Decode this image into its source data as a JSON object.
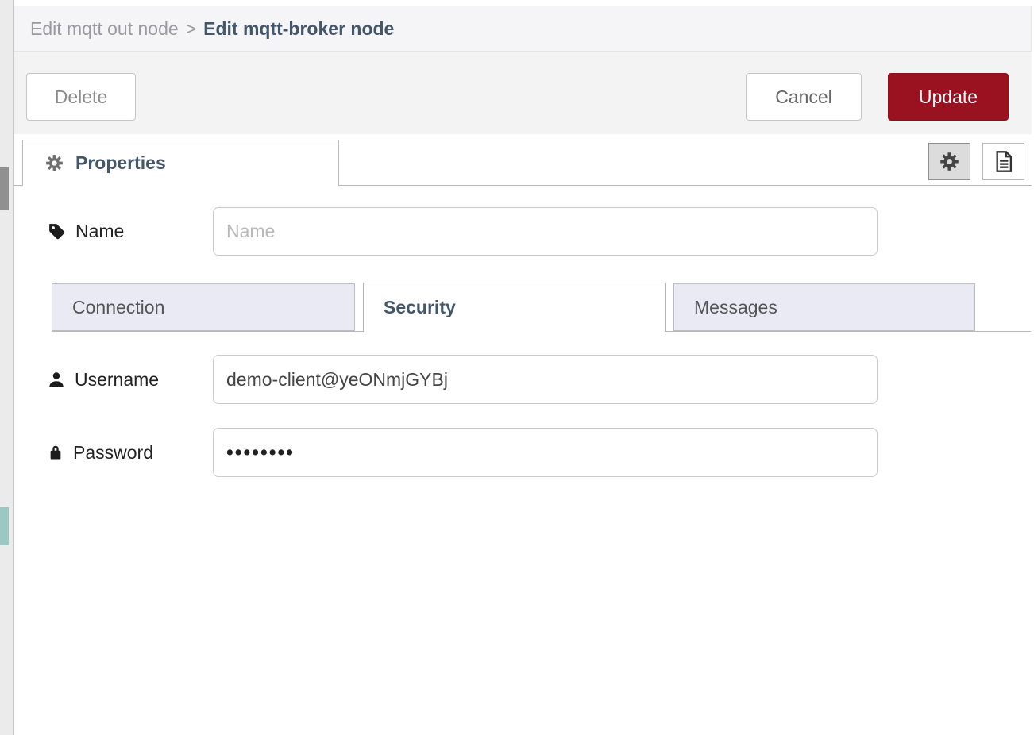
{
  "breadcrumb": {
    "parent": "Edit mqtt out node",
    "separator": ">",
    "current": "Edit mqtt-broker node"
  },
  "toolbar": {
    "delete_label": "Delete",
    "cancel_label": "Cancel",
    "update_label": "Update"
  },
  "panel_tabs": {
    "properties_label": "Properties"
  },
  "icon_buttons": {
    "settings": "gear-icon",
    "description": "document-icon"
  },
  "form": {
    "name": {
      "label": "Name",
      "placeholder": "Name",
      "value": ""
    },
    "section_tabs": [
      {
        "label": "Connection",
        "active": false
      },
      {
        "label": "Security",
        "active": true
      },
      {
        "label": "Messages",
        "active": false
      }
    ],
    "username": {
      "label": "Username",
      "value": "demo-client@yeONmjGYBj"
    },
    "password": {
      "label": "Password",
      "masked_value": "••••••••"
    }
  },
  "colors": {
    "primary_button": "#9a1220",
    "header_bg": "#f5f5f8",
    "toolbar_bg": "#f3f3f3",
    "inactive_tab_bg": "#e9eaf3",
    "accent_text": "#44566a"
  }
}
